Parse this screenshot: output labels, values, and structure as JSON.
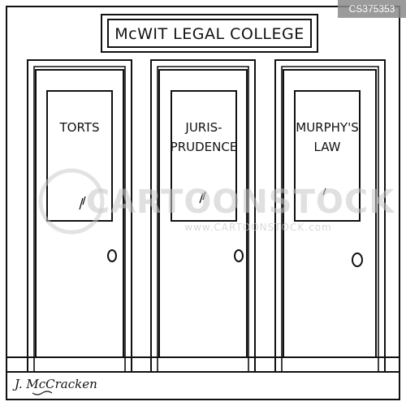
{
  "sign": {
    "text": "McWIT LEGAL COLLEGE"
  },
  "doors": [
    {
      "lines": [
        "TORTS"
      ]
    },
    {
      "lines": [
        "JURIS-",
        "PRUDENCE"
      ]
    },
    {
      "lines": [
        "MURPHY'S",
        "LAW"
      ]
    }
  ],
  "watermark": {
    "main": "CARTOONSTOCK",
    "sub": "www.CARTOONSTOCK.com"
  },
  "image_id": "CS375353",
  "signature": "J. McCracken"
}
